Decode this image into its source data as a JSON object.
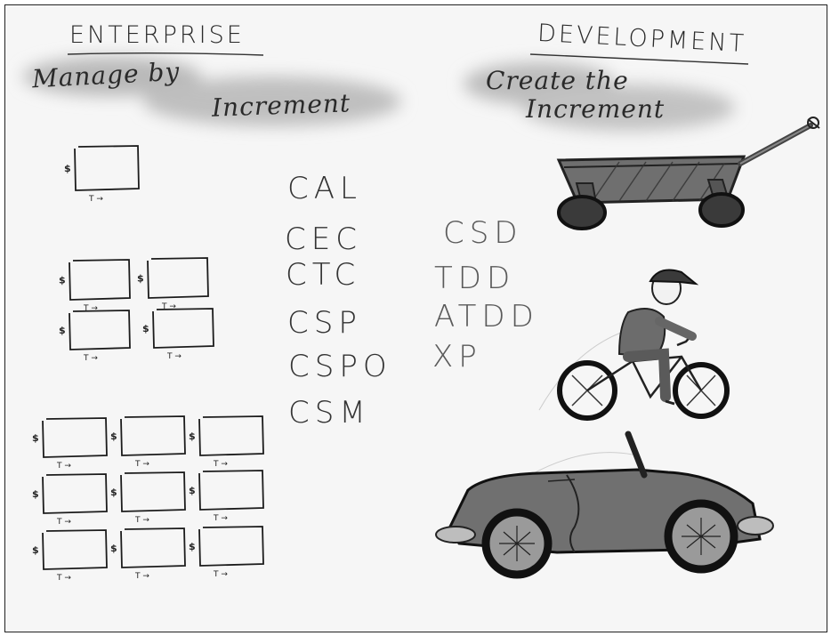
{
  "enterprise": {
    "heading": "ENTERPRISE",
    "line1": "Manage by",
    "line2": "Increment",
    "chart_axis_y": "$",
    "chart_axis_x": "T →",
    "grid_counts": [
      1,
      4,
      9
    ]
  },
  "development": {
    "heading": "DEVELOPMENT",
    "line1": "Create the",
    "line2": "Increment",
    "vehicles": [
      "wagon-drawing",
      "bicycle-rider-drawing",
      "convertible-car-drawing"
    ]
  },
  "certifications": {
    "column1": [
      "CAL",
      "CEC",
      "CTC",
      "CSP",
      "CSPO",
      "CSM"
    ],
    "column2": [
      "CSD",
      "TDD",
      "ATDD",
      "XP"
    ]
  },
  "colors": {
    "ink": "#222222",
    "wash": "#bdbdbd",
    "vehicle_fill": "#7a7a7a"
  }
}
